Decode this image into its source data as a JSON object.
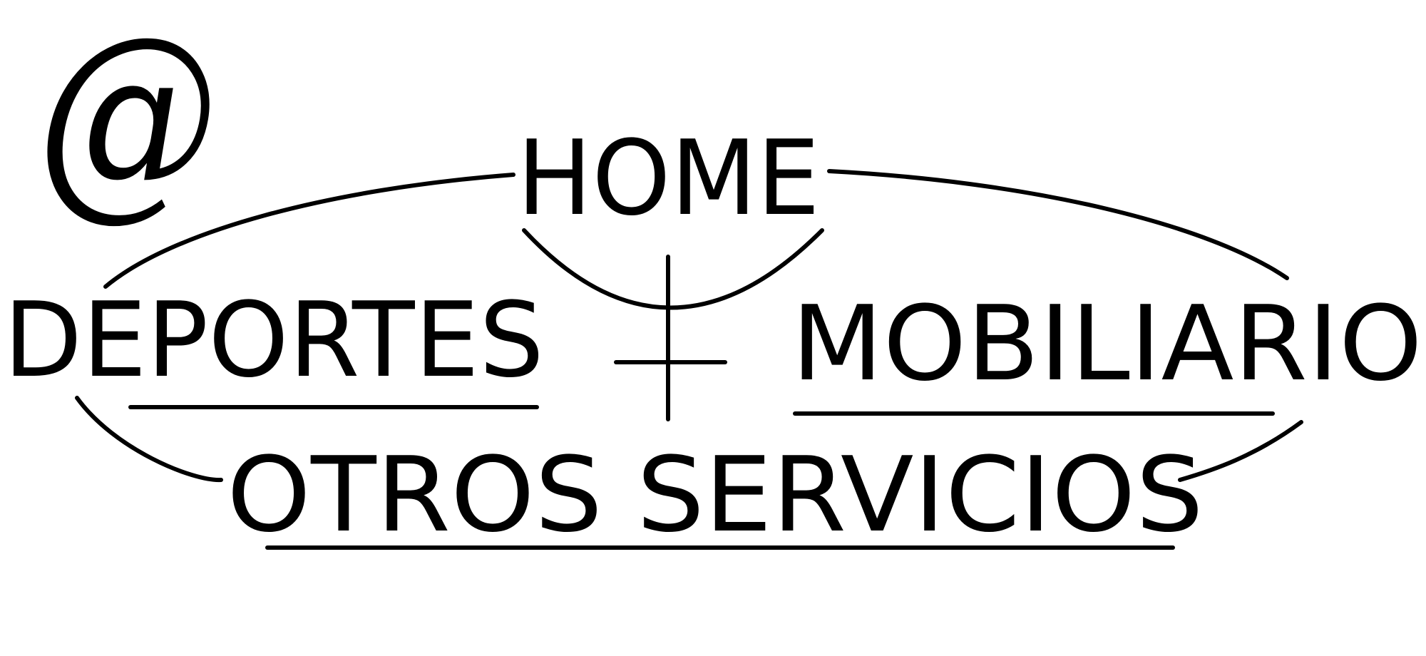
{
  "logo": {
    "symbol": "@",
    "icon": "at-sign-icon"
  },
  "menu": {
    "home": "HOME",
    "deportes": "DEPORTES",
    "mobiliario": "MOBILIARIO",
    "otros_servicios": "OTROS SERVICIOS"
  },
  "colors": {
    "ink": "#000000",
    "background": "#ffffff"
  }
}
